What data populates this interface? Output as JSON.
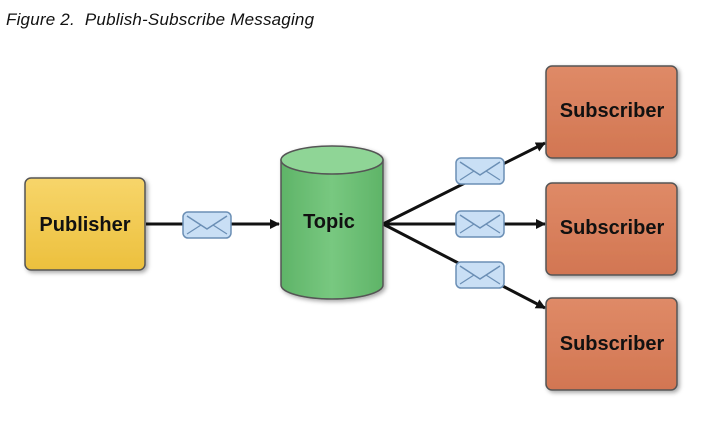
{
  "caption": {
    "figure_label": "Figure  2.",
    "title": "Publish-Subscribe Messaging"
  },
  "diagram": {
    "publisher": {
      "label": "Publisher",
      "fill": "#f2c84b"
    },
    "topic": {
      "label": "Topic",
      "fill": "#6bbf73"
    },
    "subscribers": [
      {
        "label": "Subscriber"
      },
      {
        "label": "Subscriber"
      },
      {
        "label": "Subscriber"
      }
    ],
    "subscriber_fill": "#d9805c",
    "message_icon": "envelope-icon",
    "message_fill": "#c9dff5"
  }
}
